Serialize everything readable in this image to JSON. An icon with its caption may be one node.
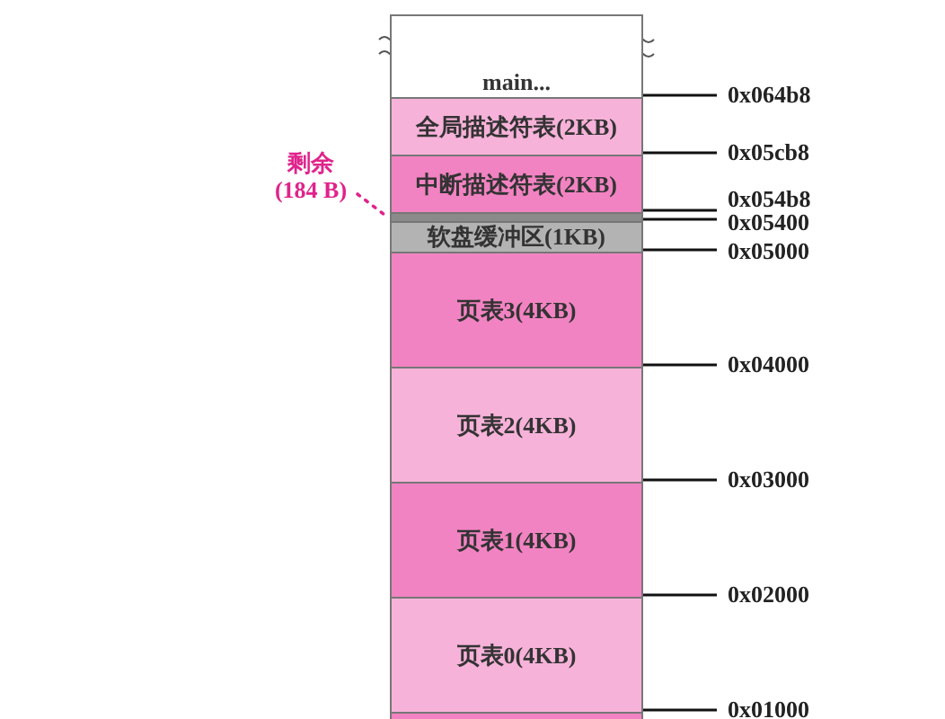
{
  "diagram": {
    "nodes": [
      {
        "text": [
          "main..."
        ]
      },
      {
        "text": [
          "全局描述符表(2KB)"
        ]
      },
      {
        "text": [
          "中断描述符表(2KB)"
        ]
      },
      {
        "text": [],
        "shape": "bar"
      },
      {
        "text": [
          "软盘缓冲区(1KB)"
        ]
      },
      {
        "text": [
          "页表3(4KB)"
        ]
      },
      {
        "text": [
          "页表2(4KB)"
        ]
      },
      {
        "text": [
          "页表1(4KB)"
        ]
      },
      {
        "text": [
          "页表0(4KB)"
        ]
      },
      {
        "text": [],
        "shape": "bar"
      },
      {
        "text": [
          "剩余 (184 B)"
        ]
      }
    ],
    "edges": [
      {
        "from": 10,
        "to": 3,
        "arrow": "none",
        "style": "dashed",
        "color": "#e0238c"
      }
    ],
    "labels": [
      "0x064b8",
      "0x05cb8",
      "0x054b8",
      "0x05400",
      "0x05000",
      "0x04000",
      "0x03000",
      "0x02000",
      "0x01000"
    ]
  }
}
